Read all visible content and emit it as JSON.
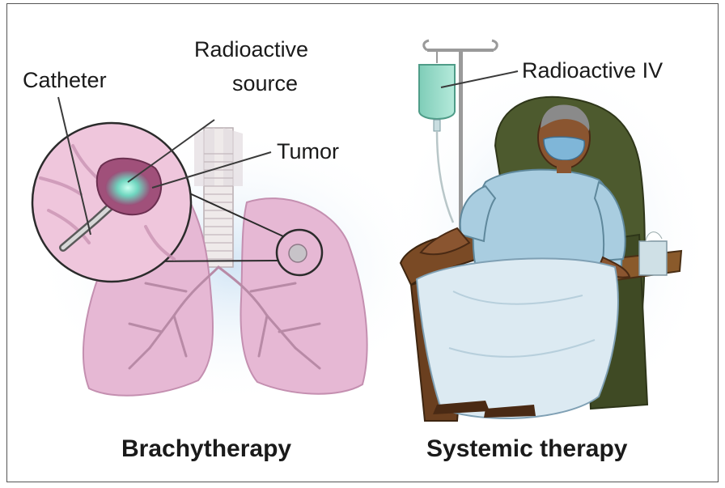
{
  "labels": {
    "catheter": "Catheter",
    "radioactive_source_line1": "Radioactive",
    "radioactive_source_line2": "source",
    "tumor": "Tumor",
    "radioactive_iv": "Radioactive IV"
  },
  "captions": {
    "left": "Brachytherapy",
    "right": "Systemic therapy"
  },
  "colors": {
    "lung": "#e6b8d4",
    "tumor": "#a0507a",
    "iv_bag": "#8fd6c2",
    "gown": "#a9cde0",
    "chair": "#4d5a2e",
    "skin": "#8a5530"
  }
}
